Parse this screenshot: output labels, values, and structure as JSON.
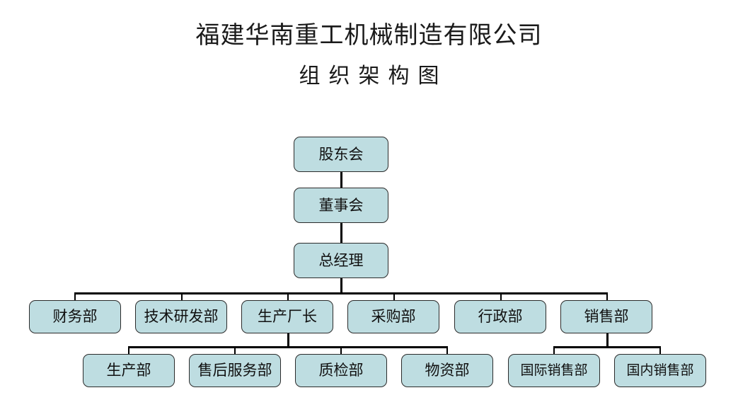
{
  "document": {
    "title_line1": "福建华南重工机械制造有限公司",
    "title_line2": "组织架构图"
  },
  "chart_data": {
    "type": "diagram",
    "diagram_kind": "organization-chart",
    "title": "福建华南重工机械制造有限公司 组织架构图",
    "node_fill_color": "#bedde1",
    "node_border_color": "#2b2b2b",
    "connector_color": "#000000",
    "levels": [
      {
        "level": 1,
        "nodes": [
          "股东会"
        ]
      },
      {
        "level": 2,
        "nodes": [
          "董事会"
        ]
      },
      {
        "level": 3,
        "nodes": [
          "总经理"
        ]
      },
      {
        "level": 4,
        "nodes": [
          "财务部",
          "技术研发部",
          "生产厂长",
          "采购部",
          "行政部",
          "销售部"
        ]
      },
      {
        "level": 5,
        "nodes": [
          "生产部",
          "售后服务部",
          "质检部",
          "物资部",
          "国际销售部",
          "国内销售部"
        ]
      }
    ],
    "edges": [
      {
        "from": "股东会",
        "to": "董事会"
      },
      {
        "from": "董事会",
        "to": "总经理"
      },
      {
        "from": "总经理",
        "to": "财务部"
      },
      {
        "from": "总经理",
        "to": "技术研发部"
      },
      {
        "from": "总经理",
        "to": "生产厂长"
      },
      {
        "from": "总经理",
        "to": "采购部"
      },
      {
        "from": "总经理",
        "to": "行政部"
      },
      {
        "from": "总经理",
        "to": "销售部"
      },
      {
        "from": "生产厂长",
        "to": "生产部"
      },
      {
        "from": "生产厂长",
        "to": "售后服务部"
      },
      {
        "from": "生产厂长",
        "to": "质检部"
      },
      {
        "from": "生产厂长",
        "to": "物资部"
      },
      {
        "from": "销售部",
        "to": "国际销售部"
      },
      {
        "from": "销售部",
        "to": "国内销售部"
      }
    ]
  },
  "nodes": {
    "shareholders_meeting": "股东会",
    "board_of_directors": "董事会",
    "general_manager": "总经理",
    "finance_dept": "财务部",
    "rnd_dept": "技术研发部",
    "production_manager": "生产厂长",
    "purchasing_dept": "采购部",
    "administration_dept": "行政部",
    "sales_dept": "销售部",
    "production_dept": "生产部",
    "after_sales_dept": "售后服务部",
    "quality_inspection_dept": "质检部",
    "materials_dept": "物资部",
    "international_sales_dept": "国际销售部",
    "domestic_sales_dept": "国内销售部"
  }
}
